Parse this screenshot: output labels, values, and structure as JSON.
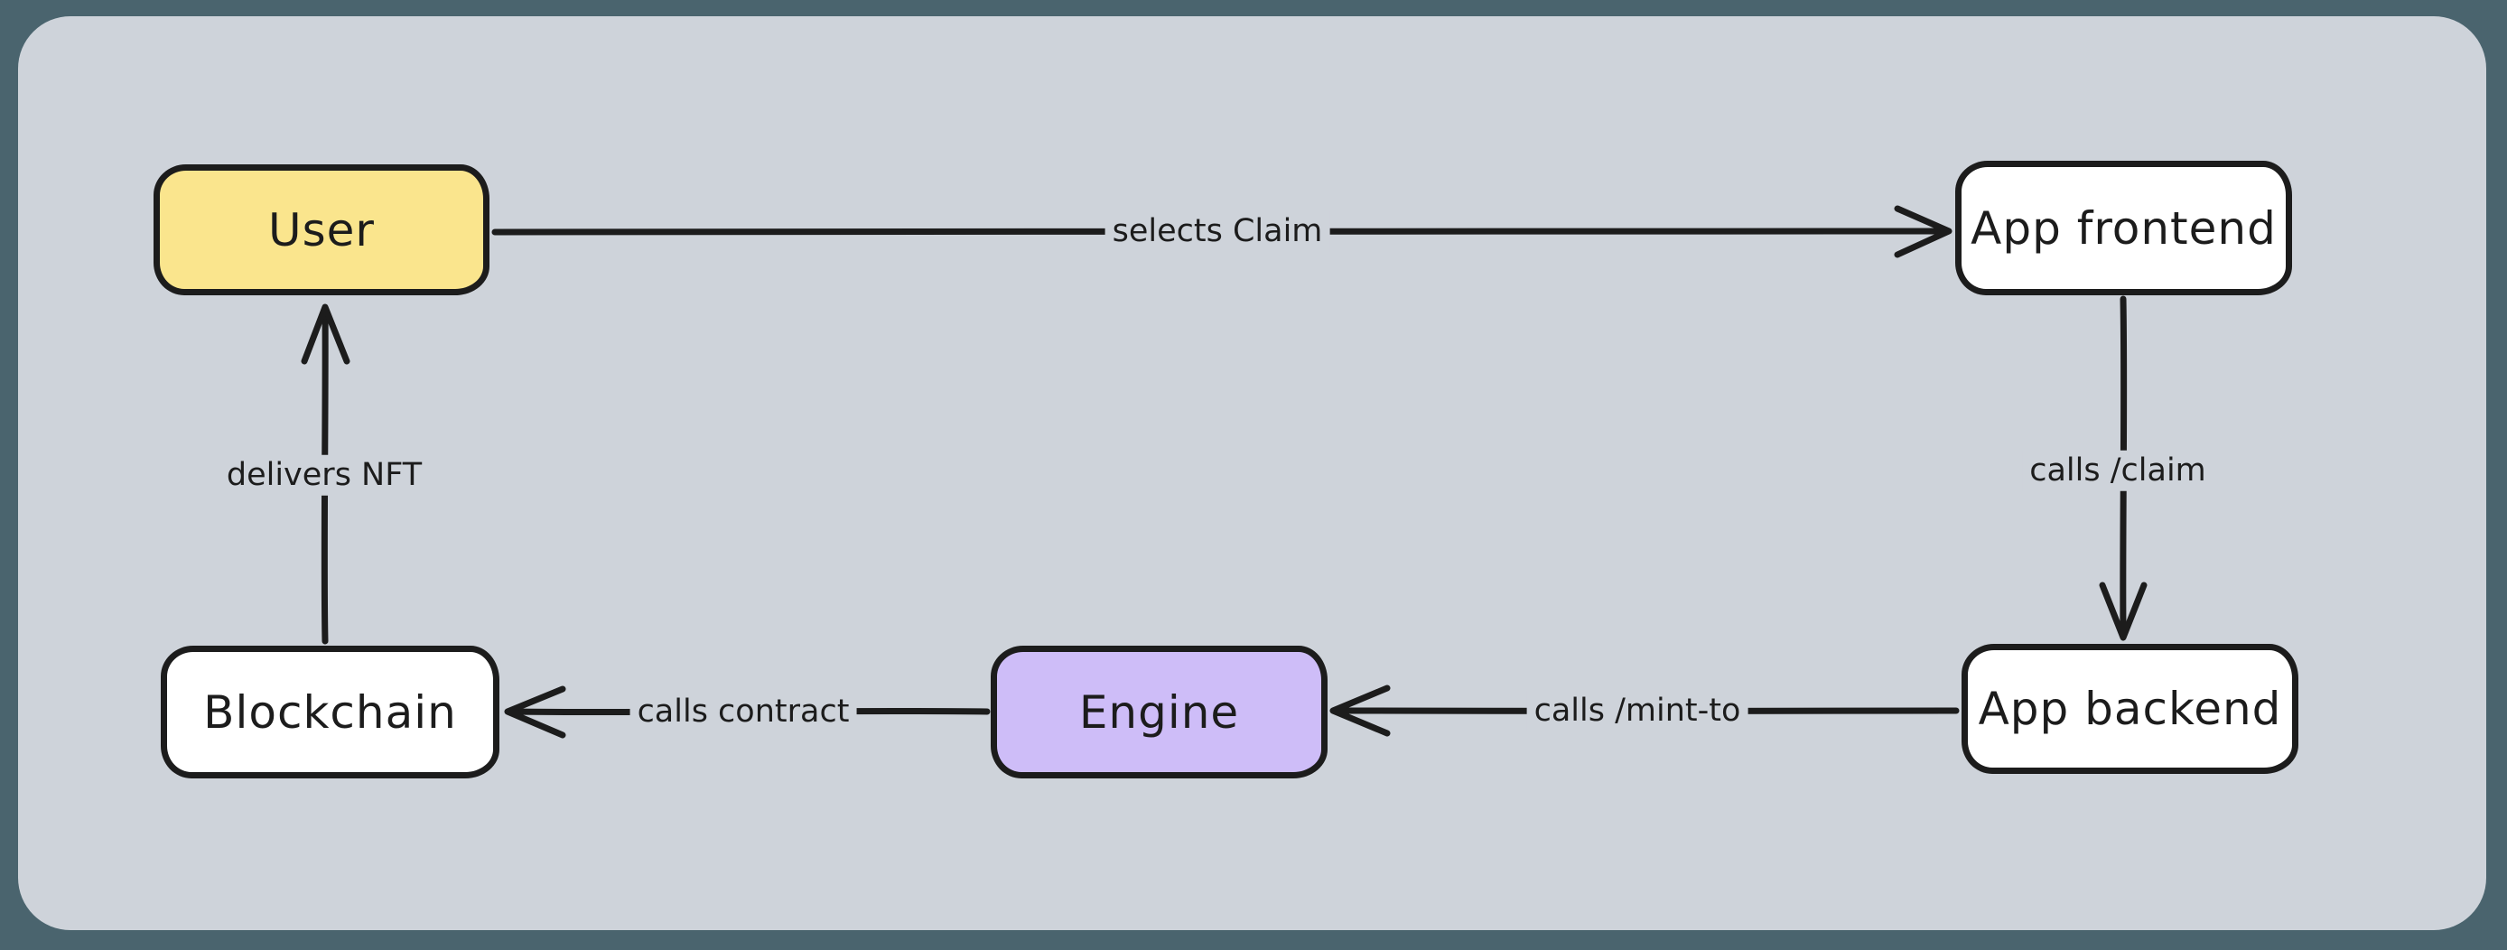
{
  "diagram": {
    "type": "flowchart",
    "colors": {
      "frame_background": "#4a646e",
      "canvas_background": "#ced3da",
      "stroke": "#1c1c1c",
      "user_node_fill": "#fae58d",
      "engine_node_fill": "#cebdf8",
      "default_node_fill": "#ffffff"
    },
    "nodes": [
      {
        "id": "user",
        "label": "User",
        "fill": "#fae58d"
      },
      {
        "id": "app-frontend",
        "label": "App frontend",
        "fill": "#ffffff"
      },
      {
        "id": "app-backend",
        "label": "App backend",
        "fill": "#ffffff"
      },
      {
        "id": "engine",
        "label": "Engine",
        "fill": "#cebdf8"
      },
      {
        "id": "blockchain",
        "label": "Blockchain",
        "fill": "#ffffff"
      }
    ],
    "edges": [
      {
        "from": "User",
        "to": "App frontend",
        "label": "selects Claim"
      },
      {
        "from": "App frontend",
        "to": "App backend",
        "label": "calls /claim"
      },
      {
        "from": "App backend",
        "to": "Engine",
        "label": "calls /mint-to"
      },
      {
        "from": "Engine",
        "to": "Blockchain",
        "label": "calls contract"
      },
      {
        "from": "Blockchain",
        "to": "User",
        "label": "delivers NFT"
      }
    ]
  }
}
